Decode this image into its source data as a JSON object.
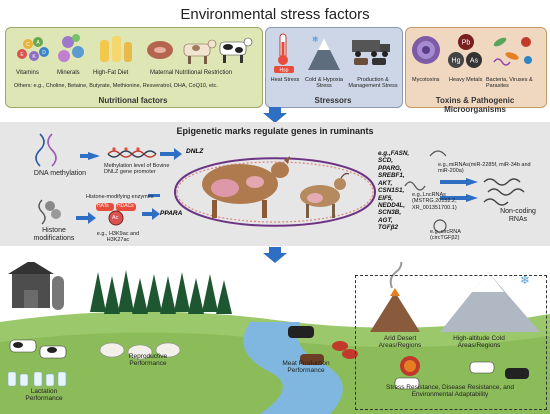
{
  "title": "Environmental stress factors",
  "nutrition": {
    "items": [
      "Vitamins",
      "Minerals",
      "High-Fat Diet",
      "Maternal Nutritional Restriction"
    ],
    "others": "Others: e.g., Choline, Betaine, Butyrate, Methionine, Resveratrol, DHA, CoQ10, etc.",
    "label": "Nutritional factors"
  },
  "stressors": {
    "items": [
      "Heat Stress",
      "Cold & Hypoxia Stress",
      "Production & Management Stress"
    ],
    "label": "Stressors",
    "icon_text": "Hsp"
  },
  "toxins": {
    "items": [
      "Mycotoxins",
      "Heavy Metals",
      "Bacteria, Viruses & Parasites"
    ],
    "label": "Toxins & Pathogenic Microorganisms",
    "metals": [
      "Pb",
      "Hg",
      "As"
    ]
  },
  "middle": {
    "heading": "Epigenetic marks regulate genes in ruminants",
    "dna_methylation": "DNA methylation",
    "dna_note": "Methylation level of Bovine DNLZ gene promoter",
    "dnlz": "DNLZ",
    "histone": "Histone modifications",
    "histone_enzymes": "Histone-modifying enzymes",
    "hats": "HATs",
    "hdacs": "HDACs",
    "ac": "Ac",
    "histone_note": "e.g., H3K9ac and H3K27ac",
    "ppara": "PPARA",
    "genes": [
      "e.g.,FASN,",
      "SCD,",
      "PPARG,",
      "SREBF1,",
      "AKT,",
      "CSN1S1,",
      "EIF5,",
      "NEDD4L,",
      "SCN3B,",
      "AGT,",
      "TGFβ2"
    ],
    "mirna": "e.g.,miRNAs(miR-2285f, miR-34b and miR-200a)",
    "lncrna": "e.g.,LncRNAs (MSTRG.20152.2, XR_001351700.1)",
    "circrna": "e.g.,circRNA (circTGFβ2)",
    "noncoding": "Non-coding RNAs"
  },
  "bottom": {
    "lactation": "Lactation Performance",
    "reproductive": "Reproductive Performance",
    "meat": "Meat Production Performance",
    "arid": "Arid Desert Areas/Regions",
    "altitude": "High-altitude Cold Areas/Regions",
    "resistance": "Stress Resistance, Disease Resistance, and Environmental Adaptability"
  }
}
